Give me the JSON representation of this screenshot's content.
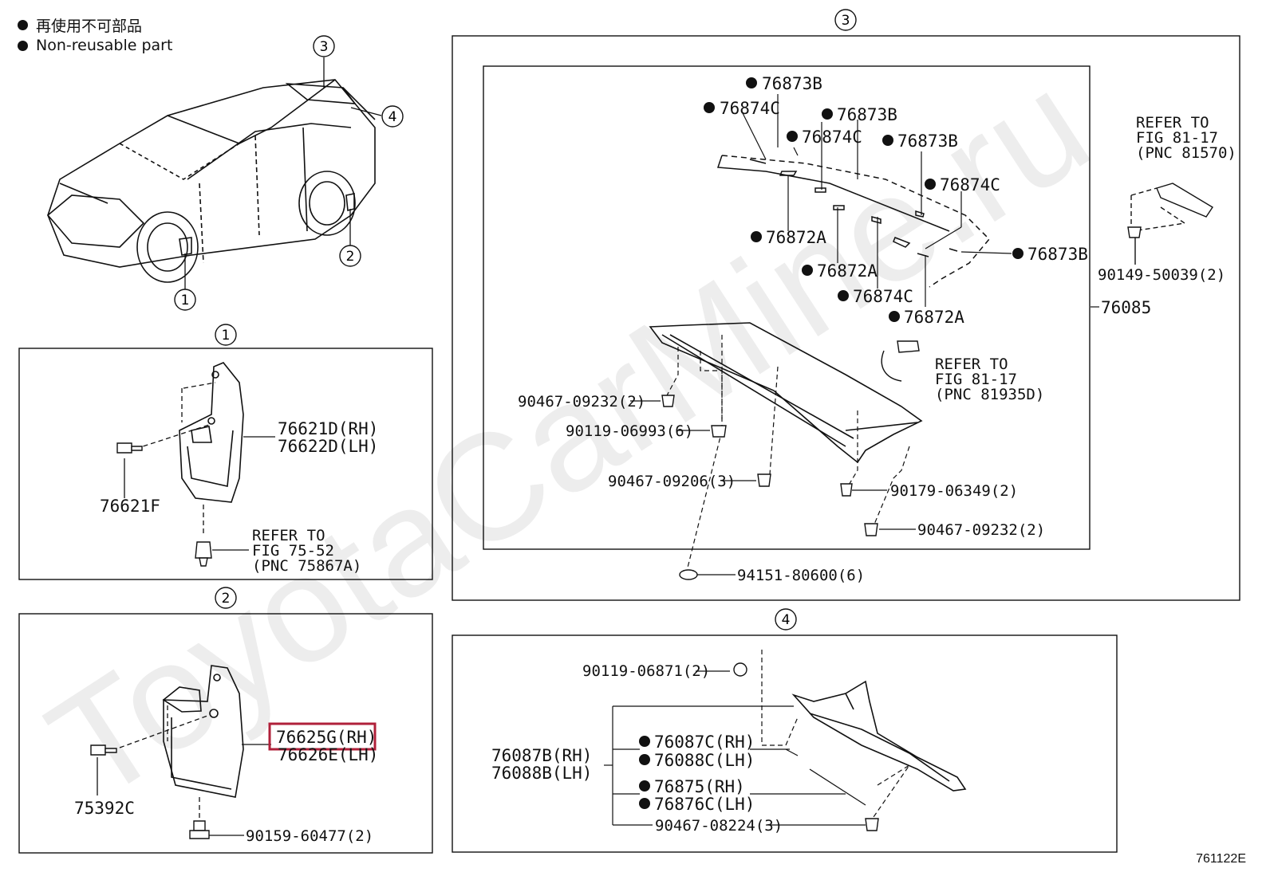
{
  "legend": {
    "jp": "再使用不可部品",
    "en": "Non-reusable part"
  },
  "diagram_code": "761122E",
  "watermark": "ToyotaCarMine.ru",
  "callouts": {
    "c1": "1",
    "c2": "2",
    "c3": "3",
    "c4": "4"
  },
  "section1": {
    "p1": "76621D(RH)",
    "p2": "76622D(LH)",
    "p3": "76621F",
    "ref1": "REFER TO",
    "ref2": "FIG 75-52",
    "ref3": "(PNC 75867A)"
  },
  "section2": {
    "p1": "76625G(RH)",
    "p2": "76626E(LH)",
    "p3": "75392C",
    "p4": "90159-60477(2)"
  },
  "section3": {
    "a1": "76873B",
    "a2": "76874C",
    "a3": "76873B",
    "a4": "76874C",
    "a5": "76873B",
    "a6": "76874C",
    "a7": "76872A",
    "a8": "76873B",
    "a9": "76872A",
    "a10": "76874C",
    "a11": "76872A",
    "assy": "76085",
    "ref1a": "REFER TO",
    "ref1b": "FIG 81-17",
    "ref1c": "(PNC 81570)",
    "bolt": "90149-50039(2)",
    "ref2a": "REFER TO",
    "ref2b": "FIG 81-17",
    "ref2c": "(PNC 81935D)",
    "f1": "90467-09232(2)",
    "f2": "90119-06993(6)",
    "f3": "90467-09206(3)",
    "f4": "90179-06349(2)",
    "f5": "90467-09232(2)",
    "f6": "94151-80600(6)"
  },
  "section4": {
    "f1": "90119-06871(2)",
    "assy1": "76087B(RH)",
    "assy2": "76088B(LH)",
    "p1": "76087C(RH)",
    "p2": "76088C(LH)",
    "p3": "76875(RH)",
    "p4": "76876C(LH)",
    "f2": "90467-08224(3)"
  },
  "highlight_color": "#b0203a"
}
